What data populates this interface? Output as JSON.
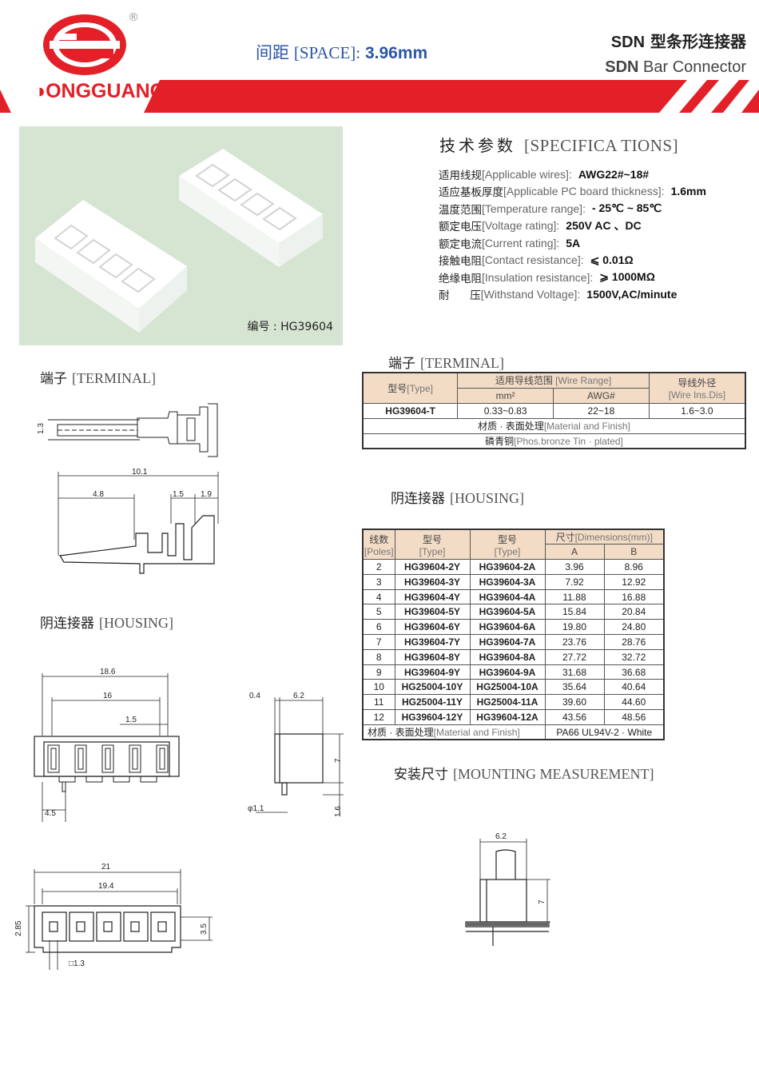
{
  "brand": {
    "name": "ONGGUANG",
    "registered_mark": "®",
    "logo_colors": {
      "red": "#e32027",
      "white": "#ffffff"
    }
  },
  "header": {
    "spacing_zh": "间距",
    "spacing_en": "[SPACE]:",
    "spacing_value": "3.96mm",
    "title_model": "SDN",
    "title_zh": "型条形连接器",
    "subtitle_en": "Bar Connector"
  },
  "photo": {
    "code_label": "编号 : HG39604"
  },
  "specs": {
    "title_zh": "技术参数",
    "title_en": "[SPECIFICA TIONS]",
    "rows": [
      {
        "zh": "适用线规",
        "en": "[Applicable wires]:",
        "value": "AWG22#~18#"
      },
      {
        "zh": "适应基板厚度",
        "en": "[Applicable PC board thickness]:",
        "value": "1.6mm"
      },
      {
        "zh": "温度范围",
        "en": "[Temperature range]:",
        "value": "- 25℃ ~ 85℃"
      },
      {
        "zh": "额定电压",
        "en": "[Voltage rating]:",
        "value": "250V  AC 、DC"
      },
      {
        "zh": "额定电流",
        "en": "[Current rating]:",
        "value": "5A"
      },
      {
        "zh": "接触电阻",
        "en": "[Contact resistance]:",
        "value": "⩽ 0.01Ω"
      },
      {
        "zh": "绝缘电阻",
        "en": "[Insulation resistance]:",
        "value": "⩾ 1000MΩ"
      },
      {
        "zh": "耐      压",
        "en": "[Withstand Voltage]:",
        "value": "1500V,AC/minute"
      }
    ]
  },
  "terminal_section": {
    "title_zh": "端子",
    "title_en": "[TERMINAL]",
    "table": {
      "type_zh": "型号",
      "type_en": "[Type]",
      "wire_range_zh": "适用导线范围",
      "wire_range_en": "[Wire Range]",
      "mm2": "mm²",
      "awg": "AWG#",
      "ins_dia_zh": "导线外径",
      "ins_dia_en": "[Wire Ins.Dis]",
      "row": {
        "type": "HG39604-T",
        "mm2": "0.33~0.83",
        "awg": "22~18",
        "ins": "1.6~3.0"
      },
      "material_zh": "材质 · 表面处理",
      "material_en": "[Material and Finish]",
      "material_value_zh": "磷青铜",
      "material_value_en": "[Phos.bronze Tin ·  plated]"
    }
  },
  "housing_section": {
    "title_zh": "阴连接器",
    "title_en": "[HOUSING]",
    "table": {
      "poles_zh": "线数",
      "poles_en": "[Poles]",
      "type_zh": "型号",
      "type_en": "[Type]",
      "dim_zh": "尺寸",
      "dim_en": "[Dimensions(mm)]",
      "col_a": "A",
      "col_b": "B",
      "rows": [
        {
          "poles": "2",
          "y": "HG39604-2Y",
          "a_type": "HG39604-2A",
          "a": "3.96",
          "b": "8.96"
        },
        {
          "poles": "3",
          "y": "HG39604-3Y",
          "a_type": "HG39604-3A",
          "a": "7.92",
          "b": "12.92"
        },
        {
          "poles": "4",
          "y": "HG39604-4Y",
          "a_type": "HG39604-4A",
          "a": "11.88",
          "b": "16.88"
        },
        {
          "poles": "5",
          "y": "HG39604-5Y",
          "a_type": "HG39604-5A",
          "a": "15.84",
          "b": "20.84"
        },
        {
          "poles": "6",
          "y": "HG39604-6Y",
          "a_type": "HG39604-6A",
          "a": "19.80",
          "b": "24.80"
        },
        {
          "poles": "7",
          "y": "HG39604-7Y",
          "a_type": "HG39604-7A",
          "a": "23.76",
          "b": "28.76"
        },
        {
          "poles": "8",
          "y": "HG39604-8Y",
          "a_type": "HG39604-8A",
          "a": "27.72",
          "b": "32.72"
        },
        {
          "poles": "9",
          "y": "HG39604-9Y",
          "a_type": "HG39604-9A",
          "a": "31.68",
          "b": "36.68"
        },
        {
          "poles": "10",
          "y": "HG25004-10Y",
          "a_type": "HG25004-10A",
          "a": "35.64",
          "b": "40.64"
        },
        {
          "poles": "11",
          "y": "HG25004-11Y",
          "a_type": "HG25004-11A",
          "a": "39.60",
          "b": "44.60"
        },
        {
          "poles": "12",
          "y": "HG39604-12Y",
          "a_type": "HG39604-12A",
          "a": "43.56",
          "b": "48.56"
        }
      ],
      "material_zh": "材质 · 表面处理",
      "material_en": "[Material and Finish]",
      "material_value": "PA66 UL94V-2 · White"
    }
  },
  "mounting_section": {
    "title_zh": "安装尺寸",
    "title_en": "[MOUNTING MEASUREMENT]"
  },
  "drawings": {
    "terminal_side": {
      "dim_height": "1.3"
    },
    "terminal_top": {
      "dim_total": "10.1",
      "dim_a": "4.8",
      "dim_b": "1.5",
      "dim_c": "1.9"
    },
    "housing_front": {
      "dim_b": "18.6",
      "dim_a": "16",
      "dim_pin": "1.5",
      "dim_foot": "4.5"
    },
    "housing_side": {
      "dim_wall": "0.4",
      "dim_depth": "6.2",
      "dim_height": "7",
      "dim_pin_dia": "φ1.1",
      "dim_pin_len": "1.6"
    },
    "housing_bottom": {
      "dim_total": "21",
      "dim_inner": "19.4",
      "dim_h": "2.85",
      "dim_h2": "3.5",
      "dim_sq": "□1.3"
    },
    "mounting": {
      "dim_width": "6.2",
      "dim_height": "7"
    }
  }
}
